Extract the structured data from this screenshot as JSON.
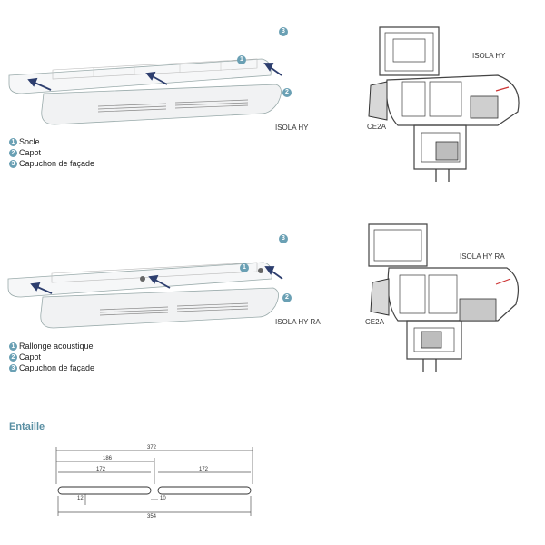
{
  "colors": {
    "accent": "#6aa0b4",
    "line": "#555555",
    "hatch": "#444444"
  },
  "top": {
    "callouts": [
      "1",
      "2",
      "3"
    ],
    "model_label": "ISOLA HY",
    "section_labels": {
      "product": "ISOLA HY",
      "profile": "CE2A"
    },
    "legend": [
      {
        "num": "1",
        "text": "Socle"
      },
      {
        "num": "2",
        "text": "Capot"
      },
      {
        "num": "3",
        "text": "Capuchon de façade"
      }
    ]
  },
  "bottom": {
    "callouts": [
      "1",
      "2",
      "3"
    ],
    "model_label": "ISOLA HY RA",
    "section_labels": {
      "product": "ISOLA HY RA",
      "profile": "CE2A"
    },
    "legend": [
      {
        "num": "1",
        "text": "Rallonge acoustique"
      },
      {
        "num": "2",
        "text": "Capot"
      },
      {
        "num": "3",
        "text": "Capuchon de façade"
      }
    ]
  },
  "entaille": {
    "title": "Entaille",
    "dims": {
      "overall": "372",
      "half": "186",
      "slot_left": "172",
      "slot_right": "172",
      "height": "12",
      "gap": "10",
      "inner": "354"
    }
  }
}
